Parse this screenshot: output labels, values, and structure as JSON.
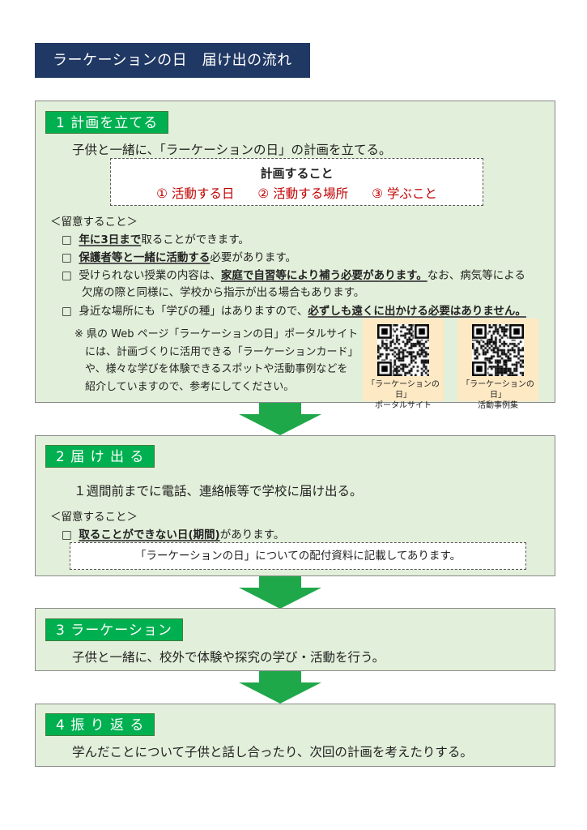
{
  "title": "ラーケーションの日　届け出の流れ",
  "step1": {
    "label": "1  計画を立てる",
    "text": "子供と一緒に、「ラーケーションの日」の計画を立てる。",
    "plan_box": {
      "heading": "計画すること",
      "items": [
        "①  活動する日",
        "②  活動する場所",
        "③  学ぶこと"
      ]
    },
    "notes_heading": "＜留意すること＞",
    "notes": [
      {
        "u": "年に3日まで",
        "rest": "取ることができます。"
      },
      {
        "u": "保護者等と一緒に活動する",
        "rest": "必要があります。"
      },
      {
        "pre": "受けられない授業の内容は、",
        "u": "家庭で自習等により補う必要があります。",
        "rest": "なお、病気等による",
        "line2": "欠席の際と同様に、学校から指示が出る場合もあります。"
      },
      {
        "pre": "身近な場所にも「学びの種」はありますので、",
        "u": "必ずしも遠くに出かける必要はありません。"
      }
    ],
    "reference": [
      "※  県の Web ページ「ラーケーションの日」ポータルサイト",
      "には、計画づくりに活用できる「ラーケーションカード」",
      "や、様々な学びを体験できるスポットや活動事例などを",
      "紹介していますので、参考にしてください。"
    ],
    "qr": [
      {
        "line1": "「ラーケーションの日」",
        "line2": "ポータルサイト"
      },
      {
        "line1": "「ラーケーションの日」",
        "line2": "活動事例集"
      }
    ]
  },
  "step2": {
    "label": "2  届 け 出 る",
    "text": "１週間前までに電話、連絡帳等で学校に届け出る。",
    "notes_heading": "＜留意すること＞",
    "note_u": "取ることができない日(期間)",
    "note_rest": "があります。",
    "box": "「ラーケーションの日」についての配付資料に記載してあります。"
  },
  "step3": {
    "label": "3  ラーケーション",
    "text": "子供と一緒に、校外で体験や探究の学び・活動を行う。"
  },
  "step4": {
    "label": "4  振 り 返 る",
    "text": "学んだことについて子供と話し合ったり、次回の計画を考えたりする。"
  },
  "checkbox": "□",
  "colors": {
    "title_bg": "#203864",
    "label_bg": "#00b050",
    "panel_bg": "#e2efda",
    "plan_red": "#c00000"
  }
}
